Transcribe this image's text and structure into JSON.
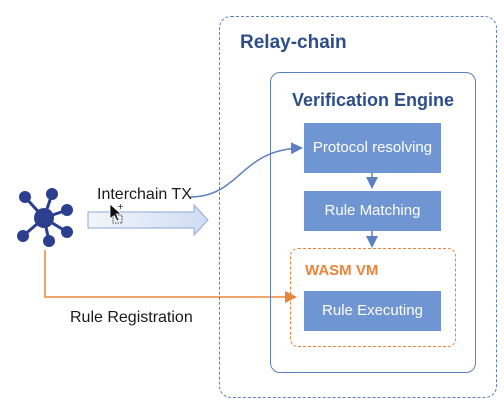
{
  "relay_chain": {
    "title": "Relay-chain"
  },
  "engine": {
    "title": "Verification Engine"
  },
  "steps": {
    "protocol_resolving": "Protocol resolving",
    "rule_matching": "Rule Matching",
    "rule_executing": "Rule Executing"
  },
  "wasm": {
    "title": "WASM VM"
  },
  "edges": {
    "interchain_tx": "Interchain TX",
    "rule_registration": "Rule Registration"
  },
  "colors": {
    "blue_border": "#5b7fc2",
    "box_fill": "#6f95d3",
    "title_blue": "#2d4e8a",
    "orange": "#e8853b",
    "hub_node": "#2c3f8f"
  }
}
